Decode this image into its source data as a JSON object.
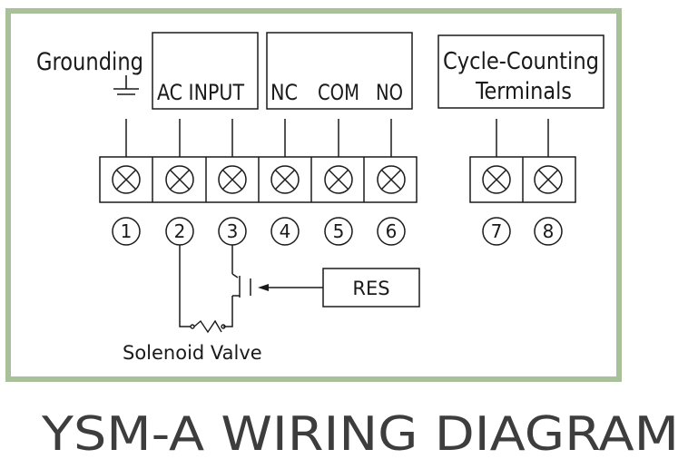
{
  "colors": {
    "frame_border": "#a9c19a",
    "line": "#1a1a1a",
    "title": "#3d3d3d"
  },
  "grounding_label": "Grounding",
  "boxes": {
    "ac_input": "AC INPUT",
    "relay_nc": "NC",
    "relay_com": "COM",
    "relay_no": "NO",
    "cycle_line1": "Cycle-Counting",
    "cycle_line2": "Terminals"
  },
  "terminals": [
    "1",
    "2",
    "3",
    "4",
    "5",
    "6",
    "7",
    "8"
  ],
  "res_label": "RES",
  "solenoid_label": "Solenoid Valve",
  "page_title": "YSM-A WIRING DIAGRAM",
  "icons": [
    "ground-icon",
    "terminal-screw-icon",
    "switch-icon",
    "coil-icon",
    "arrow-icon"
  ]
}
